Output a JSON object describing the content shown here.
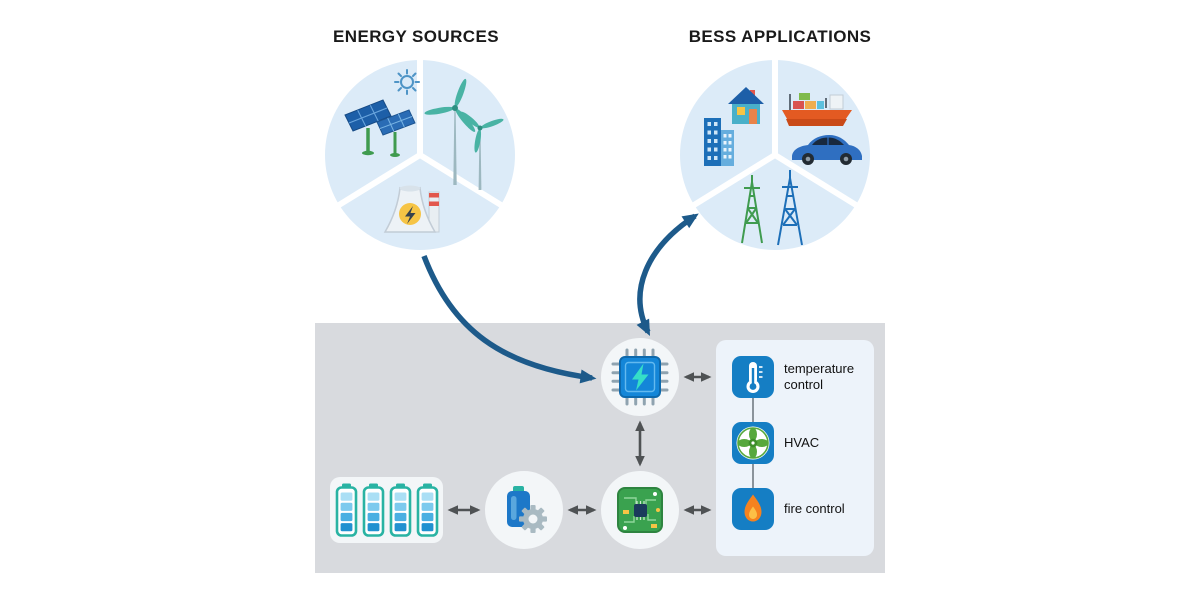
{
  "titles": {
    "energy_sources": "ENERGY SOURCES",
    "bess_applications": "BESS APPLICATIONS"
  },
  "energy_sources": {
    "icons": [
      "sun",
      "solar-panels",
      "wind-turbines",
      "power-plant"
    ]
  },
  "bess_applications": {
    "icons": [
      "house",
      "buildings",
      "cargo-ship",
      "car",
      "transmission-towers"
    ]
  },
  "bess_system": {
    "icons": [
      "battery-rack",
      "battery-converter",
      "circuit-board",
      "power-chip"
    ],
    "control_panel": {
      "items": [
        {
          "icon": "thermometer-icon",
          "label": "temperature control"
        },
        {
          "icon": "fan-icon",
          "label": "HVAC"
        },
        {
          "icon": "fire-icon",
          "label": "fire control"
        }
      ]
    }
  },
  "colors": {
    "arrow_blue": "#1d5a8a",
    "arrow_gray": "#4f5254",
    "system_box": "#d8dade",
    "source_circle_fill": "#dcebf8",
    "panel_fill": "#edf3fa",
    "icon_square_blue": "#157ec4",
    "fan_green": "#57a83c",
    "flame_orange": "#f5821f",
    "battery_teal": "#29b3a3"
  }
}
